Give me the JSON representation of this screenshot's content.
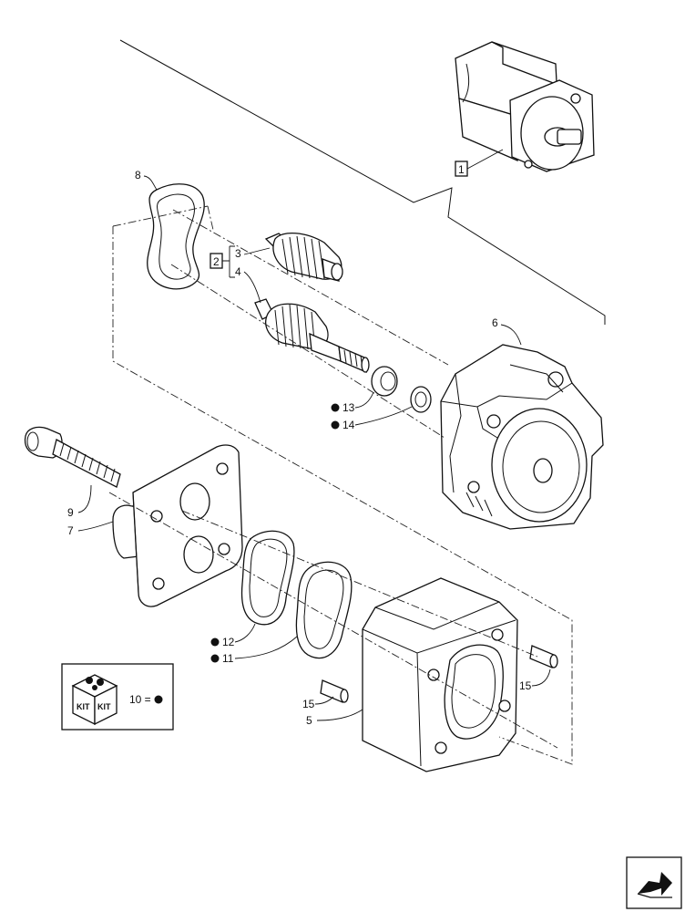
{
  "callouts": {
    "c1": "1",
    "c2": "2",
    "c3": "3",
    "c4": "4",
    "c5": "5",
    "c6": "6",
    "c7": "7",
    "c8": "8",
    "c9": "9",
    "c11": "11",
    "c12": "12",
    "c13": "13",
    "c14": "14",
    "c15a": "15",
    "c15b": "15"
  },
  "kit": {
    "badge_left": "KIT",
    "badge_right": "KIT",
    "legend": "10 ="
  },
  "colors": {
    "line": "#111111",
    "background": "#ffffff"
  },
  "icons": [
    "kit-box-icon",
    "kit-marker-dot",
    "next-page-arrow-icon"
  ]
}
